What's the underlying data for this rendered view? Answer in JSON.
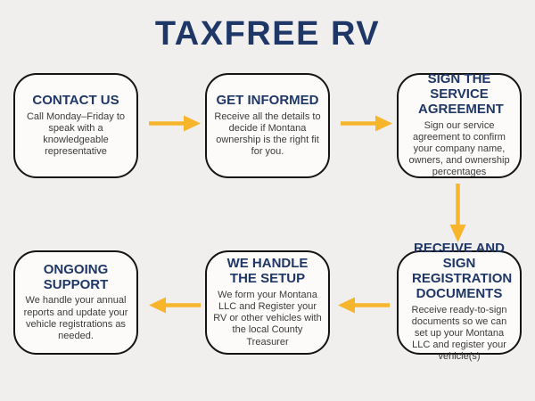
{
  "title": "TAXFREE RV",
  "colors": {
    "background": "#f0efee",
    "card_bg": "#fcfbfa",
    "card_border": "#141414",
    "heading": "#1f3767",
    "body_text": "#3b3b3b",
    "arrow": "#f7b52c"
  },
  "icons": {
    "arrow_right": "→",
    "arrow_down": "↓",
    "arrow_left": "←"
  },
  "steps": [
    {
      "title": "CONTACT US",
      "description": "Call Monday–Friday to speak with a knowledgeable representative"
    },
    {
      "title": "GET INFORMED",
      "description": "Receive all the details to decide if Montana ownership is the right fit for you."
    },
    {
      "title": "SIGN THE SERVICE AGREEMENT",
      "description": "Sign our service agreement to confirm your company name, owners, and ownership percentages"
    },
    {
      "title": "RECEIVE AND SIGN REGISTRATION DOCUMENTS",
      "description": "Receive ready-to-sign documents so we can set up your Montana LLC and register your vehicle(s)"
    },
    {
      "title": "WE HANDLE THE SETUP",
      "description": "We form your Montana LLC and Register your RV or other vehicles with the local County Treasurer"
    },
    {
      "title": "ONGOING SUPPORT",
      "description": "We handle your annual reports and update your vehicle registrations as needed."
    }
  ],
  "flow": [
    "CONTACT US -> GET INFORMED",
    "GET INFORMED -> SIGN THE SERVICE AGREEMENT",
    "SIGN THE SERVICE AGREEMENT -> RECEIVE AND SIGN REGISTRATION DOCUMENTS",
    "RECEIVE AND SIGN REGISTRATION DOCUMENTS -> WE HANDLE THE SETUP",
    "WE HANDLE THE SETUP -> ONGOING SUPPORT"
  ]
}
